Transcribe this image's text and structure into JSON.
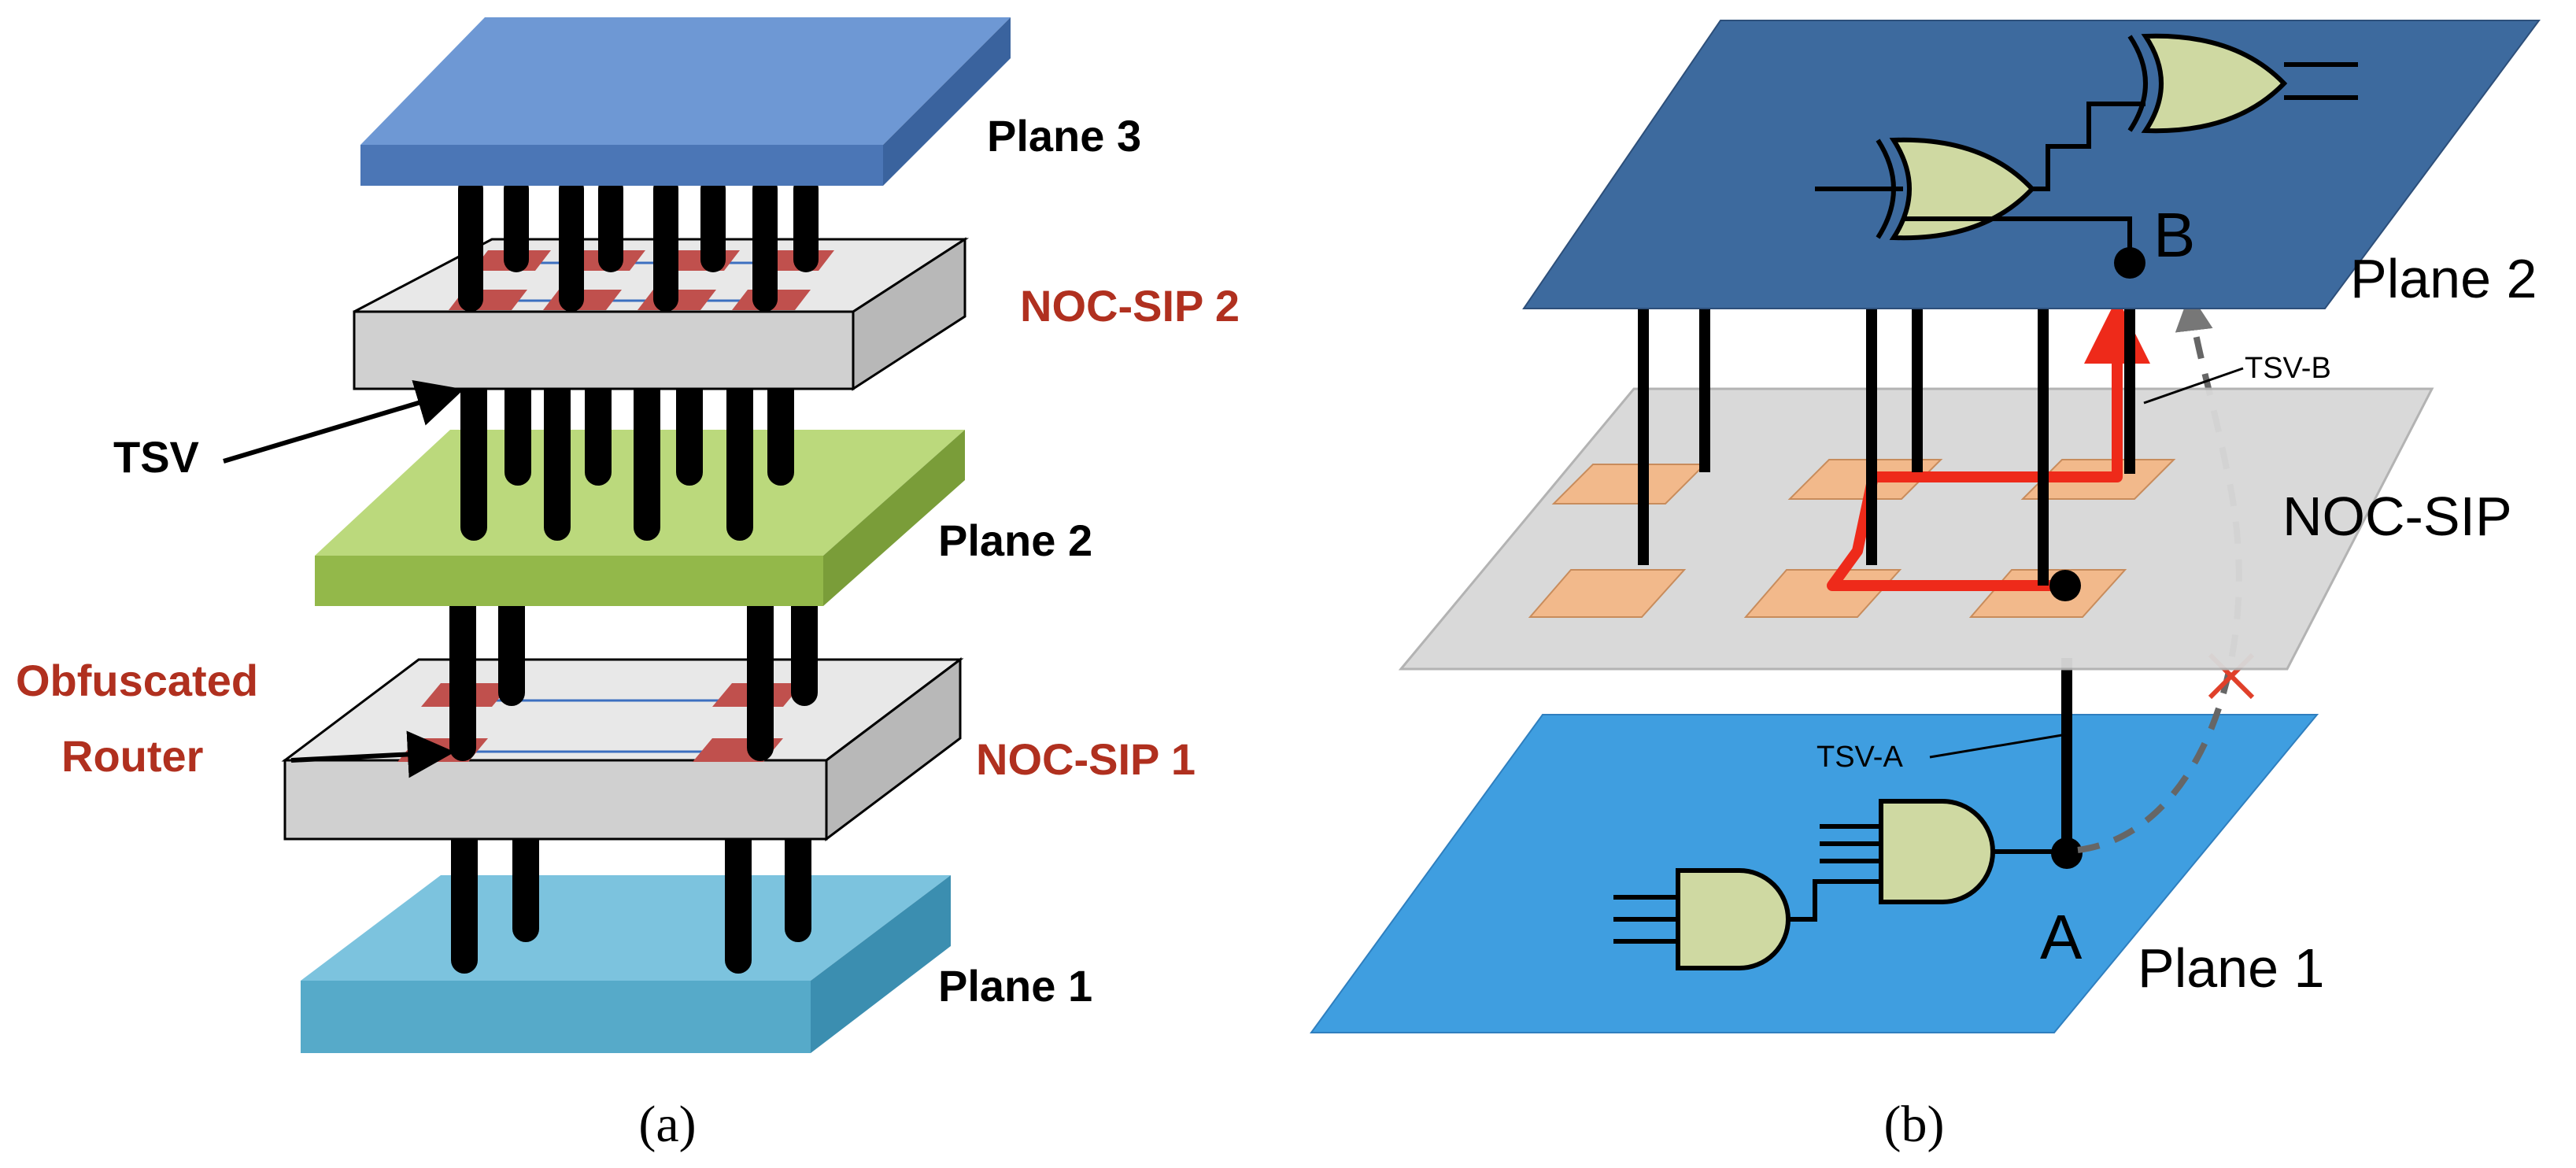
{
  "panel_a": {
    "caption": "(a)",
    "labels": {
      "plane3": "Plane 3",
      "nocsip2": "NOC-SIP 2",
      "tsv": "TSV",
      "plane2": "Plane 2",
      "obfuscated_line1": "Obfuscated",
      "obfuscated_line2": "Router",
      "nocsip1": "NOC-SIP 1",
      "plane1": "Plane 1"
    }
  },
  "panel_b": {
    "caption": "(b)",
    "labels": {
      "plane2": "Plane 2",
      "tsv_b": "TSV-B",
      "nocsip": "NOC-SIP",
      "tsv_a": "TSV-A",
      "point_a": "A",
      "point_b": "B",
      "plane1": "Plane 1"
    }
  },
  "colors": {
    "plane3_blue": "#5b87c5",
    "plane2_green": "#a9cc62",
    "plane1_cyan": "#67b8d8",
    "noc_gray": "#e4e4e4",
    "router_red": "#c0504d",
    "label_red": "#b0301f",
    "b_plane2": "#3d6a9e",
    "b_plane1": "#3f9ee0",
    "b_noc": "#d8d8d8",
    "b_router": "#f2b98b",
    "route_red": "#ee2a1a",
    "gate_fill": "#cfd9a2"
  }
}
